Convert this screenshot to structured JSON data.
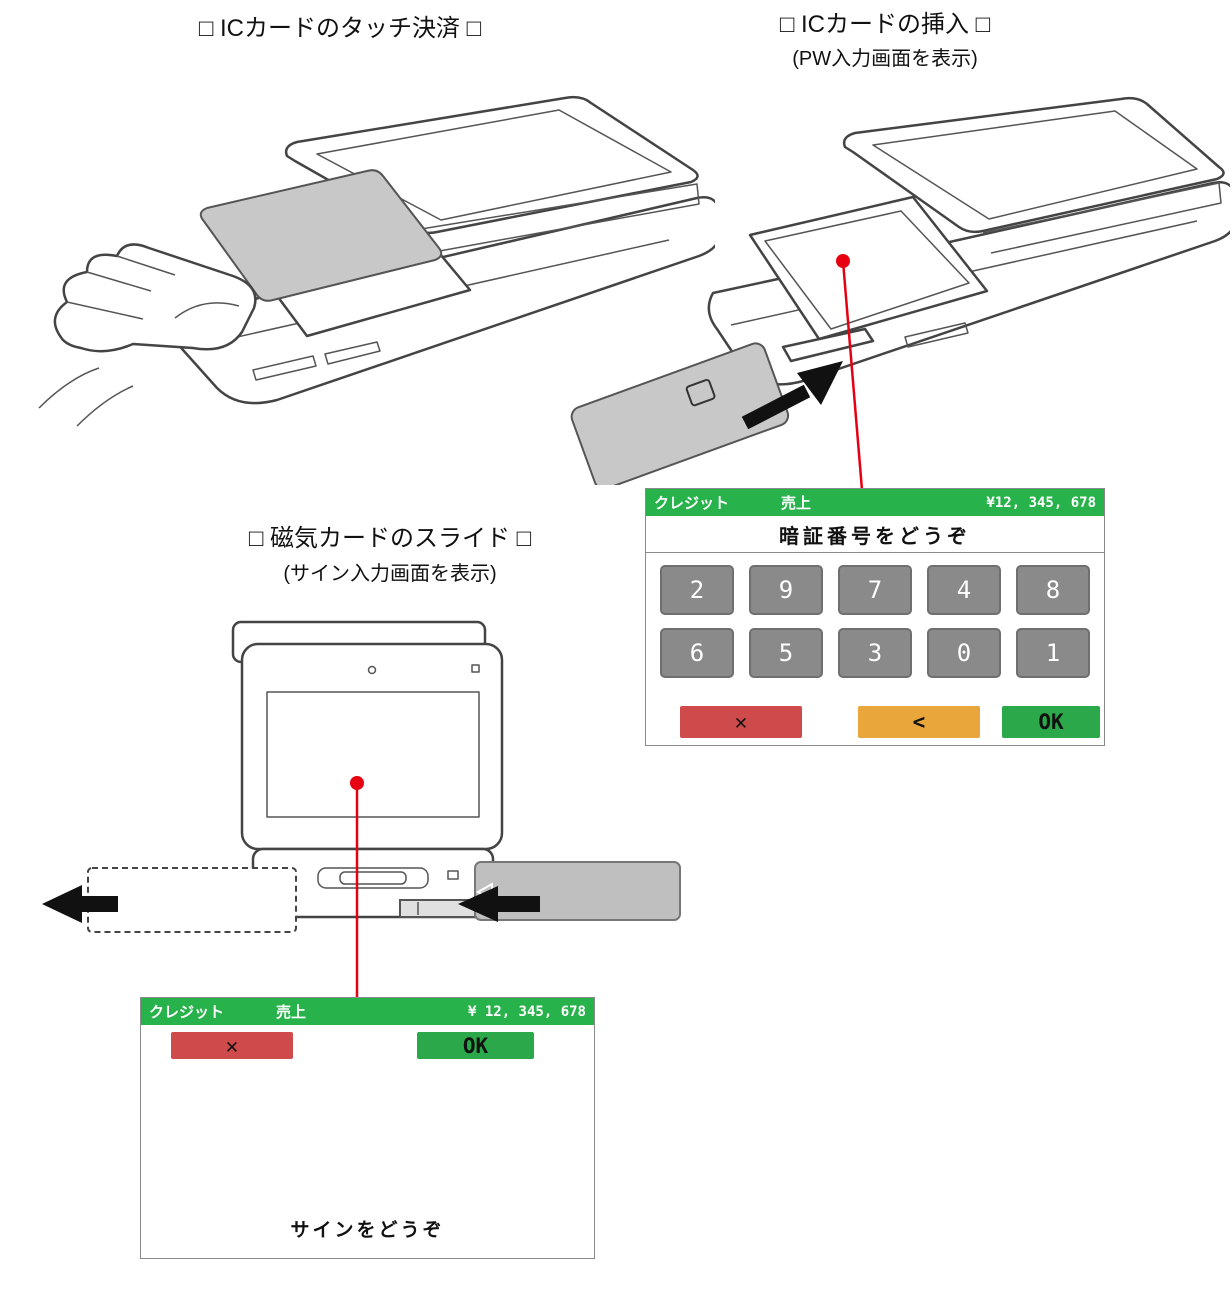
{
  "sections": {
    "touch": {
      "title": "□ ICカードのタッチ決済 □"
    },
    "insert": {
      "title": "□ ICカードの挿入 □",
      "subtitle": "(PW入力画面を表示)"
    },
    "swipe": {
      "title": "□ 磁気カードのスライド □",
      "subtitle": "(サイン入力画面を表示)"
    }
  },
  "pin_screen": {
    "header": {
      "service": "クレジット",
      "transaction": "売上",
      "amount": "¥12, 345, 678"
    },
    "prompt": "暗証番号をどうぞ",
    "keys_row1": [
      "2",
      "9",
      "7",
      "4",
      "8"
    ],
    "keys_row2": [
      "6",
      "5",
      "3",
      "0",
      "1"
    ],
    "cancel_label": "✕",
    "back_label": "<",
    "ok_label": "OK"
  },
  "signature_screen": {
    "header": {
      "service": "クレジット",
      "transaction": "売上",
      "amount": "¥ 12, 345, 678"
    },
    "cancel_label": "✕",
    "ok_label": "OK",
    "prompt": "サインをどうぞ"
  },
  "colors": {
    "header_green": "#28b24b",
    "cancel_red": "#cf4a4a",
    "back_orange": "#e9a63a",
    "ok_green": "#2aa84a",
    "key_gray": "#8a8a8a",
    "callout_red": "#e60012"
  }
}
